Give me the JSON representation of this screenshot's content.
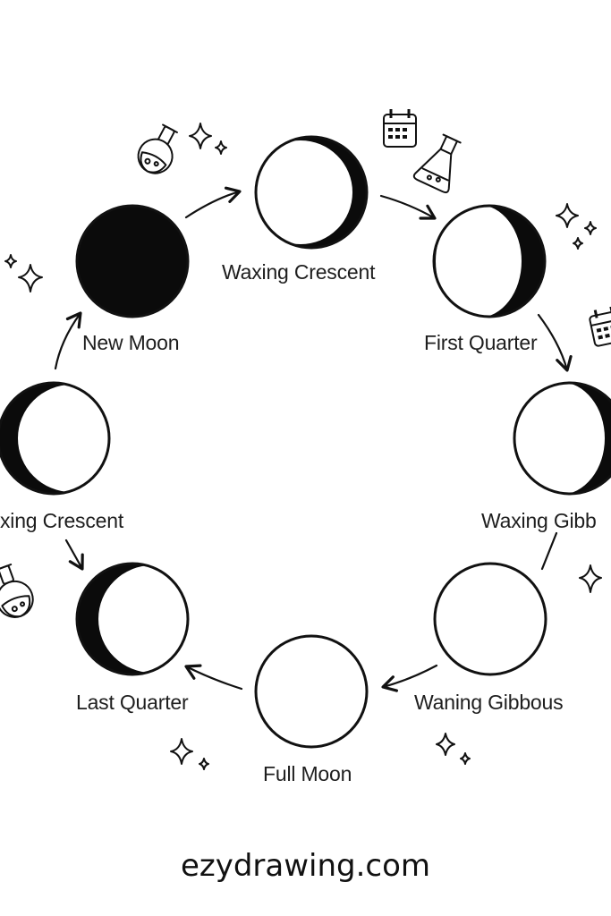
{
  "diagram": {
    "phases": [
      {
        "id": "new-moon",
        "label": "New Moon"
      },
      {
        "id": "waxing-crescent",
        "label": "Waxing Crescent"
      },
      {
        "id": "first-quarter",
        "label": "First Quarter"
      },
      {
        "id": "waxing-gibbous",
        "label": "Waxing Gibb"
      },
      {
        "id": "waning-gibbous",
        "label": "Waning Gibbous"
      },
      {
        "id": "full-moon",
        "label": "Full Moon"
      },
      {
        "id": "last-quarter",
        "label": "Last Quarter"
      },
      {
        "id": "left-crescent",
        "label": "xing Crescent"
      }
    ]
  },
  "footer": {
    "text": "ezydrawing.com"
  },
  "icons": [
    "flask-icon",
    "sparkle-icon",
    "calendar-icon",
    "beaker-icon",
    "arrow-icon"
  ],
  "colors": {
    "ink": "#111111",
    "paper": "#ffffff"
  }
}
